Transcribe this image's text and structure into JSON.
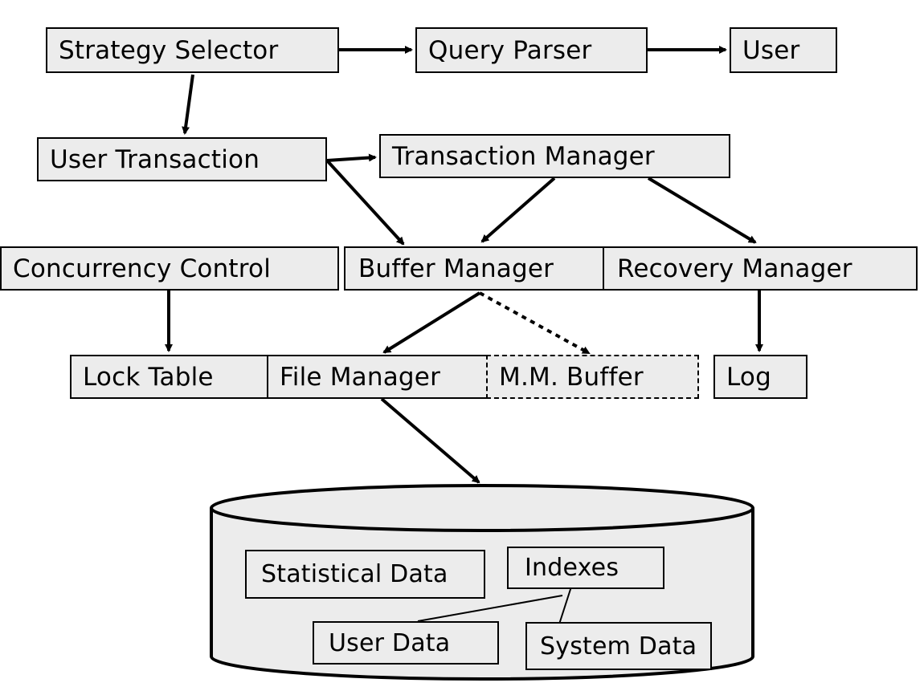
{
  "nodes": {
    "strategy_selector": "Strategy Selector",
    "query_parser": "Query Parser",
    "user": "User",
    "user_transaction": "User Transaction",
    "transaction_manager": "Transaction Manager",
    "concurrency_control": "Concurrency Control",
    "buffer_manager": "Buffer Manager",
    "recovery_manager": "Recovery Manager",
    "lock_table": "Lock Table",
    "file_manager": "File Manager",
    "mm_buffer": "M.M. Buffer",
    "log": "Log"
  },
  "disk": {
    "statistical_data": "Statistical Data",
    "indexes": "Indexes",
    "user_data": "User Data",
    "system_data": "System Data"
  },
  "colors": {
    "box_fill": "#ececec",
    "stroke": "#000000",
    "background": "#ffffff"
  }
}
